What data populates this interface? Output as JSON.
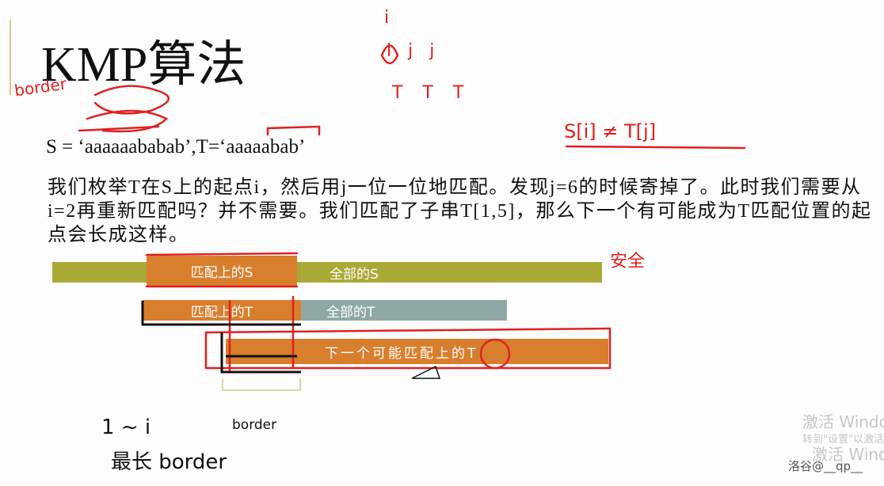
{
  "slide": {
    "title": "KMP算法",
    "strings_line": "S = ‘aaaaaababab’,T=‘aaaaabab’",
    "paragraph": "我们枚举T在S上的起点i，然后用j一位一位地匹配。发现j=6的时候寄掉了。此时我们需要从i=2再重新匹配吗？并不需要。我们匹配了子串T[1,5]，那么下一个有可能成为T匹配位置的起点会长成这样。",
    "bars": {
      "s_matched": "匹配上的S",
      "s_all": "全部的S",
      "t_matched": "匹配上的T",
      "t_all": "全部的T",
      "next_match": "下一个可能匹配上的T"
    },
    "border_label": "border"
  },
  "annotations": {
    "border_hw": "border",
    "i_hw": "i",
    "ijj": "i j j",
    "ttt": "T T T",
    "neq": "S[i] ≠ T[j]",
    "bottom1": "1 ~ i",
    "bottom2": "最长 border",
    "safe": "安全"
  },
  "watermark": {
    "line1": "激活 Windows",
    "line2": "转到\"设置\"以激活",
    "author": "洛谷@__qp__"
  },
  "colors": {
    "olive": "#a9a936",
    "orange": "#d87f2e",
    "teal": "#8fa8a6",
    "red": "#e02020"
  }
}
